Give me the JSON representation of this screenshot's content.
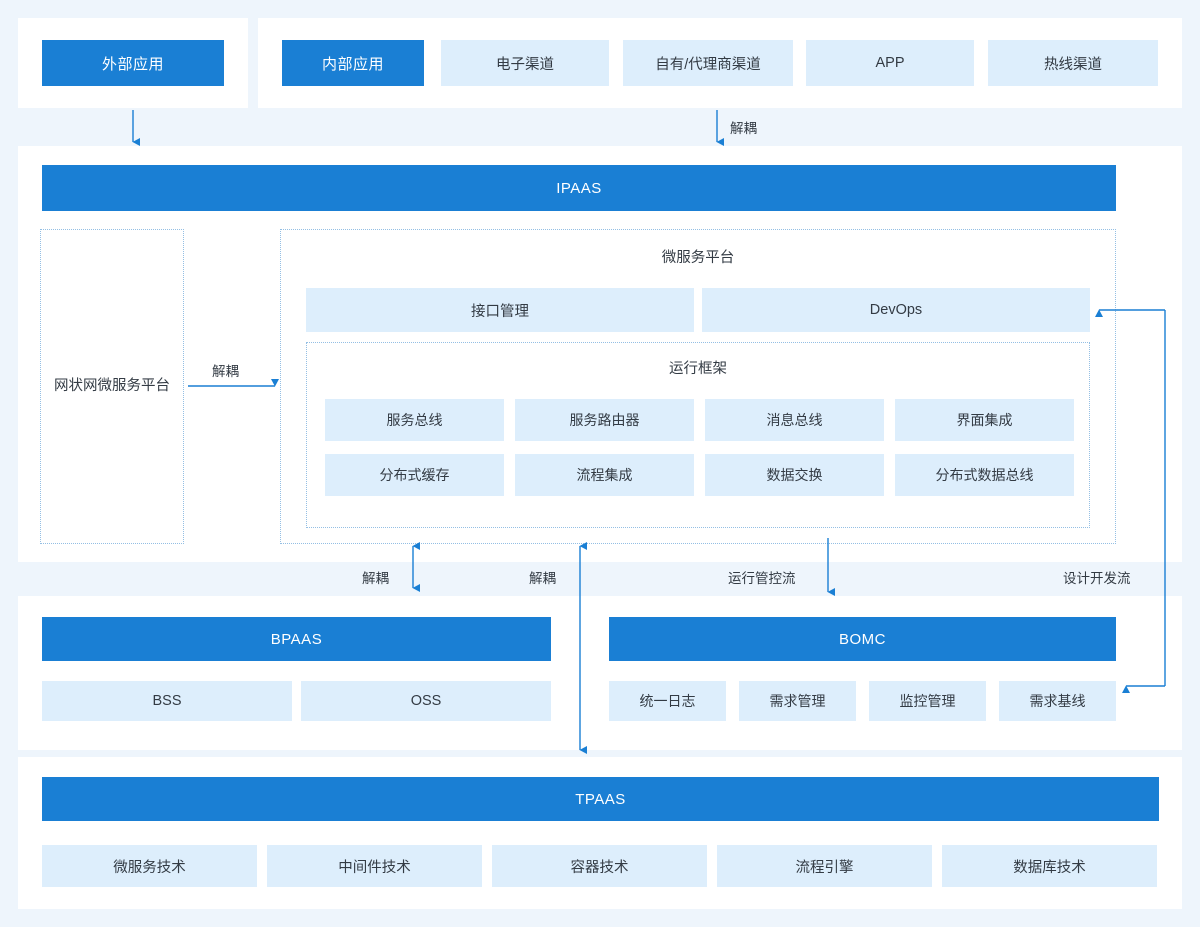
{
  "theme": {
    "page_bg": "#eef5fc",
    "panel_bg": "#ffffff",
    "accent_blue": "#1a7fd4",
    "light_blue": "#ddeefc",
    "dotted_border": "#94bfe4",
    "arrow_color": "#1a7fd4",
    "text_dark": "#333b44"
  },
  "layer_apps": {
    "external": {
      "label": "外部应用"
    },
    "internal": {
      "label": "内部应用"
    },
    "channels": [
      {
        "label": "电子渠道"
      },
      {
        "label": "自有/代理商渠道"
      },
      {
        "label": "APP"
      },
      {
        "label": "热线渠道"
      }
    ]
  },
  "layer_ipaas": {
    "title": "IPAAS",
    "mesh_platform": {
      "label": "网状网微服务\n平台",
      "line1": "网状网微服务",
      "line2": "平台"
    },
    "micro_platform": {
      "title": "微服务平台",
      "top_boxes": [
        {
          "label": "接口管理"
        },
        {
          "label": "DevOps"
        }
      ],
      "runtime_framework": {
        "title": "运行框架",
        "items": [
          {
            "label": "服务总线"
          },
          {
            "label": "服务路由器"
          },
          {
            "label": "消息总线"
          },
          {
            "label": "界面集成"
          },
          {
            "label": "分布式缓存"
          },
          {
            "label": "流程集成"
          },
          {
            "label": "数据交换"
          },
          {
            "label": "分布式数据总线"
          }
        ]
      }
    }
  },
  "layer_middle": {
    "bpaas": {
      "title": "BPAAS",
      "items": [
        {
          "label": "BSS"
        },
        {
          "label": "OSS"
        }
      ]
    },
    "bomc": {
      "title": "BOMC",
      "items": [
        {
          "label": "统一日志"
        },
        {
          "label": "需求管理"
        },
        {
          "label": "监控管理"
        },
        {
          "label": "需求基线"
        }
      ]
    }
  },
  "layer_tpaas": {
    "title": "TPAAS",
    "items": [
      {
        "label": "微服务技术"
      },
      {
        "label": "中间件技术"
      },
      {
        "label": "容器技术"
      },
      {
        "label": "流程引擎"
      },
      {
        "label": "数据库技术"
      }
    ]
  },
  "flow_labels": {
    "decouple_top": "解耦",
    "decouple_mesh": "解耦",
    "decouple_bpaas": "解耦",
    "decouple_tpaas": "解耦",
    "runtime_control": "运行管控流",
    "design_dev": "设计开发流"
  }
}
